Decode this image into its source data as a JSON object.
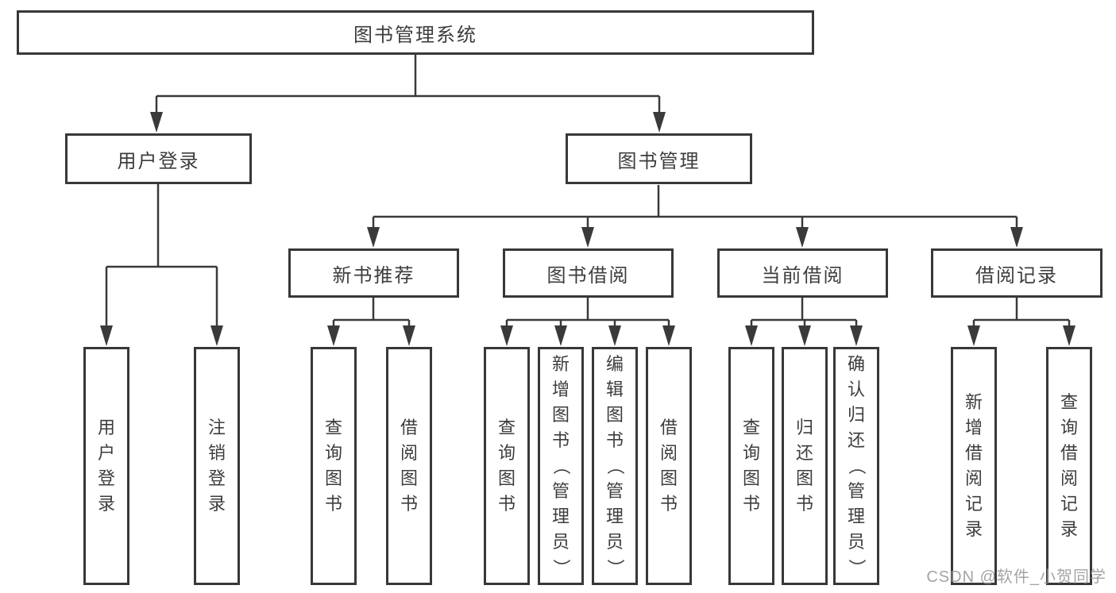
{
  "diagram": {
    "root": {
      "label": "图书管理系统"
    },
    "branches": [
      {
        "label": "用户登录",
        "children": [
          {
            "label": "用户登录"
          },
          {
            "label": "注销登录"
          }
        ]
      },
      {
        "label": "图书管理",
        "children": [
          {
            "label": "新书推荐",
            "children": [
              {
                "label": "查询图书"
              },
              {
                "label": "借阅图书"
              }
            ]
          },
          {
            "label": "图书借阅",
            "children": [
              {
                "label": "查询图书"
              },
              {
                "label": "新增图书（管理员）"
              },
              {
                "label": "编辑图书（管理员）"
              },
              {
                "label": "借阅图书"
              }
            ]
          },
          {
            "label": "当前借阅",
            "children": [
              {
                "label": "查询图书"
              },
              {
                "label": "归还图书"
              },
              {
                "label": "确认归还（管理员）"
              }
            ]
          },
          {
            "label": "借阅记录",
            "children": [
              {
                "label": "新增借阅记录"
              },
              {
                "label": "查询借阅记录"
              }
            ]
          }
        ]
      }
    ],
    "watermark": "CSDN @软件_小贺同学",
    "colors": {
      "line": "#3a3a3a",
      "border": "#383838",
      "text": "#3d3d3d",
      "watermark": "#949494",
      "background": "#ffffff"
    }
  }
}
